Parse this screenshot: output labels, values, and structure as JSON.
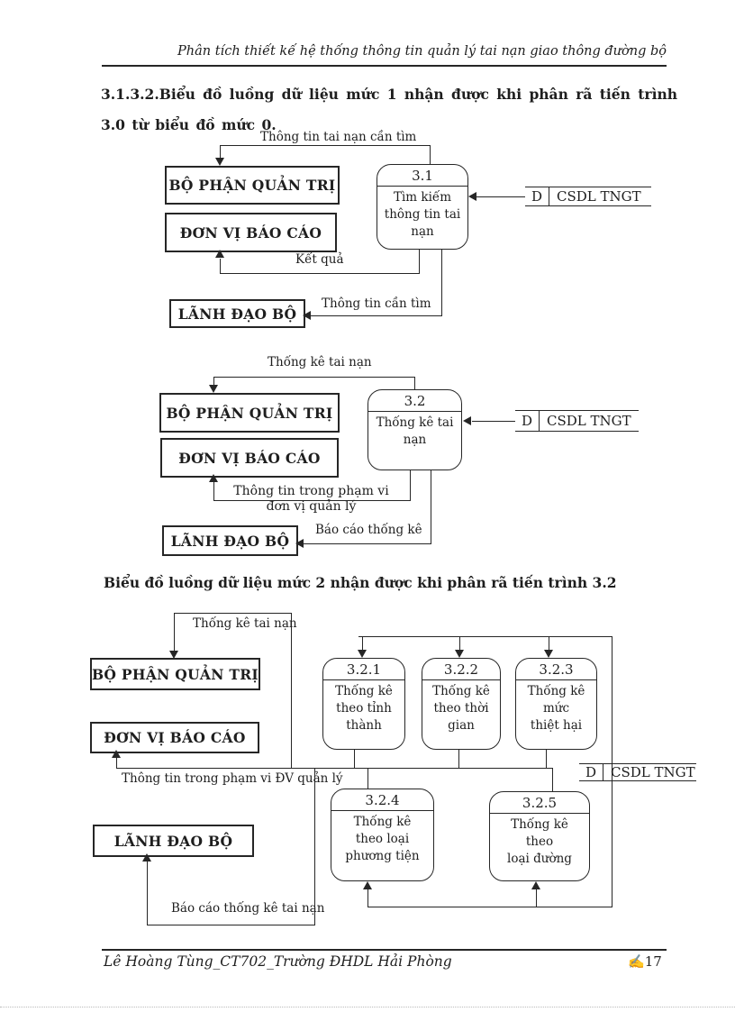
{
  "page": {
    "header_title": "Phân tích thiết kế hệ thống thông tin quản lý tai nạn giao thông đường bộ",
    "section_heading": "3.1.3.2.Biểu đồ luồng dữ liệu mức 1 nhận được khi phân rã tiến trình 3.0 từ biểu đồ mức 0.",
    "sub_heading": "Biểu đồ luồng dữ liệu mức 2 nhận được khi phân rã tiến trình 3.2",
    "footer_author": "Lê Hoàng Tùng_CT702_Trường ĐHDL Hải Phòng",
    "footer_page_icon": "✍",
    "footer_page_number": "17"
  },
  "diagram1": {
    "entity_admin": "BỘ PHẬN QUẢN TRỊ",
    "entity_report_unit": "ĐƠN VỊ BÁO CÁO",
    "entity_ministry": "LÃNH ĐẠO BỘ",
    "process": {
      "num": "3.1",
      "label": "Tìm kiếm\nthông tin tai\nnạn"
    },
    "datastore": {
      "prefix": "D",
      "name": "CSDL TNGT"
    },
    "flow_top": "Thông tin tai nạn cần tìm",
    "flow_result": "Kết quả",
    "flow_bottom": "Thông tin cần tìm"
  },
  "diagram2": {
    "entity_admin": "BỘ PHẬN QUẢN TRỊ",
    "entity_report_unit": "ĐƠN VỊ BÁO CÁO",
    "entity_ministry": "LÃNH ĐẠO BỘ",
    "process": {
      "num": "3.2",
      "label": "Thống kê tai\nnạn"
    },
    "datastore": {
      "prefix": "D",
      "name": "CSDL TNGT"
    },
    "flow_top": "Thống kê tai nạn",
    "flow_mid": "Thông tin trong phạm vi\nđơn vị quản lý",
    "flow_bottom": "Báo cáo thống kê"
  },
  "diagram3": {
    "entity_admin": "BỘ PHẬN QUẢN TRỊ",
    "entity_report_unit": "ĐƠN VỊ BÁO CÁO",
    "entity_ministry": "LÃNH ĐẠO BỘ",
    "processes": [
      {
        "num": "3.2.1",
        "label": "Thống kê\ntheo tỉnh\nthành"
      },
      {
        "num": "3.2.2",
        "label": "Thống kê\ntheo thời\ngian"
      },
      {
        "num": "3.2.3",
        "label": "Thống kê\nmức\nthiệt hại"
      },
      {
        "num": "3.2.4",
        "label": "Thống kê\ntheo loại\nphương tiện"
      },
      {
        "num": "3.2.5",
        "label": "Thống kê\ntheo\nloại đường"
      }
    ],
    "datastore": {
      "prefix": "D",
      "name": "CSDL TNGT"
    },
    "flow_top": "Thống kê tai nạn",
    "flow_mid": "Thông tin trong phạm vi ĐV quản lý",
    "flow_bottom": "Báo cáo thống kê tai nạn"
  }
}
